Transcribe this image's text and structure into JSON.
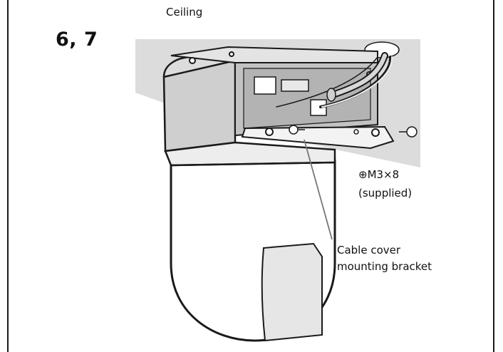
{
  "page": {
    "step_number": "6, 7",
    "labels": {
      "ceiling": "Ceiling",
      "screw_size": "⊕M3×8",
      "screw_note": "(supplied)",
      "bracket_line1": "Cable cover",
      "bracket_line2": "mounting bracket"
    }
  }
}
